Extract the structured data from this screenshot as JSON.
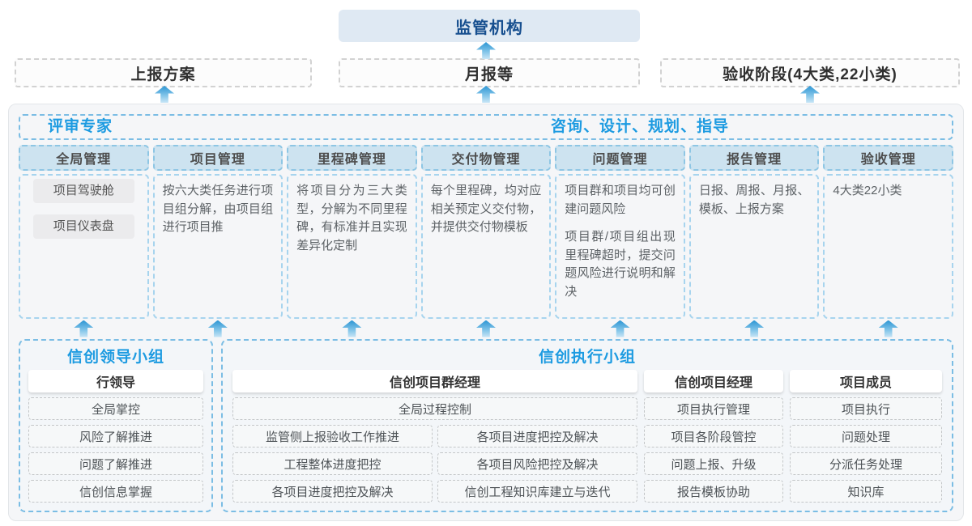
{
  "top": {
    "regulator_label": "监管机构"
  },
  "report_row": [
    "上报方案",
    "月报等",
    "验收阶段(4大类,22小类)"
  ],
  "main": {
    "header_left": "评审专家",
    "header_right": "咨询、设计、规划、指导",
    "columns": [
      {
        "title": "全局管理",
        "chips": [
          "项目驾驶舱",
          "项目仪表盘"
        ]
      },
      {
        "title": "项目管理",
        "paragraphs": [
          "按六大类任务进行项目组分解，由项目组进行项目推"
        ]
      },
      {
        "title": "里程碑管理",
        "paragraphs": [
          "将项目分为三大类型，分解为不同里程碑，有标准并且实现差异化定制"
        ]
      },
      {
        "title": "交付物管理",
        "paragraphs": [
          "每个里程碑，均对应相关预定义交付物，并提供交付物模板"
        ]
      },
      {
        "title": "问题管理",
        "paragraphs": [
          "项目群和项目均可创建问题风险",
          "项目群/项目组出现里程碑超时，提交问题风险进行说明和解决"
        ]
      },
      {
        "title": "报告管理",
        "paragraphs": [
          "日报、周报、月报、模板、上报方案"
        ]
      },
      {
        "title": "验收管理",
        "paragraphs": [
          "4大类22小类"
        ]
      }
    ]
  },
  "leader": {
    "title": "信创领导小组",
    "role": "行领导",
    "items": [
      "全局掌控",
      "风险了解推进",
      "问题了解推进",
      "信创信息掌握"
    ]
  },
  "exec": {
    "title": "信创执行小组",
    "pm_group": {
      "role": "信创项目群经理",
      "full_item": "全局过程控制",
      "left_items": [
        "监管侧上报验收工作推进",
        "工程整体进度把控",
        "各项目进度把控及解决"
      ],
      "right_items": [
        "各项目进度把控及解决",
        "各项目风险把控及解决",
        "信创工程知识库建立与迭代"
      ]
    },
    "pm": {
      "role": "信创项目经理",
      "items": [
        "项目执行管理",
        "项目各阶段管控",
        "问题上报、升级",
        "报告模板协助"
      ]
    },
    "member": {
      "role": "项目成员",
      "items": [
        "项目执行",
        "问题处理",
        "分派任务处理",
        "知识库"
      ]
    }
  },
  "colors": {
    "title_blue": "#1d9be1",
    "regulator_text": "#174f8f",
    "regulator_bg": "#dfe9f3",
    "arrow_blue": "#2f97d4",
    "column_header_bg": "#cde3f0",
    "dashed_blue_border": "#7bbde4"
  }
}
